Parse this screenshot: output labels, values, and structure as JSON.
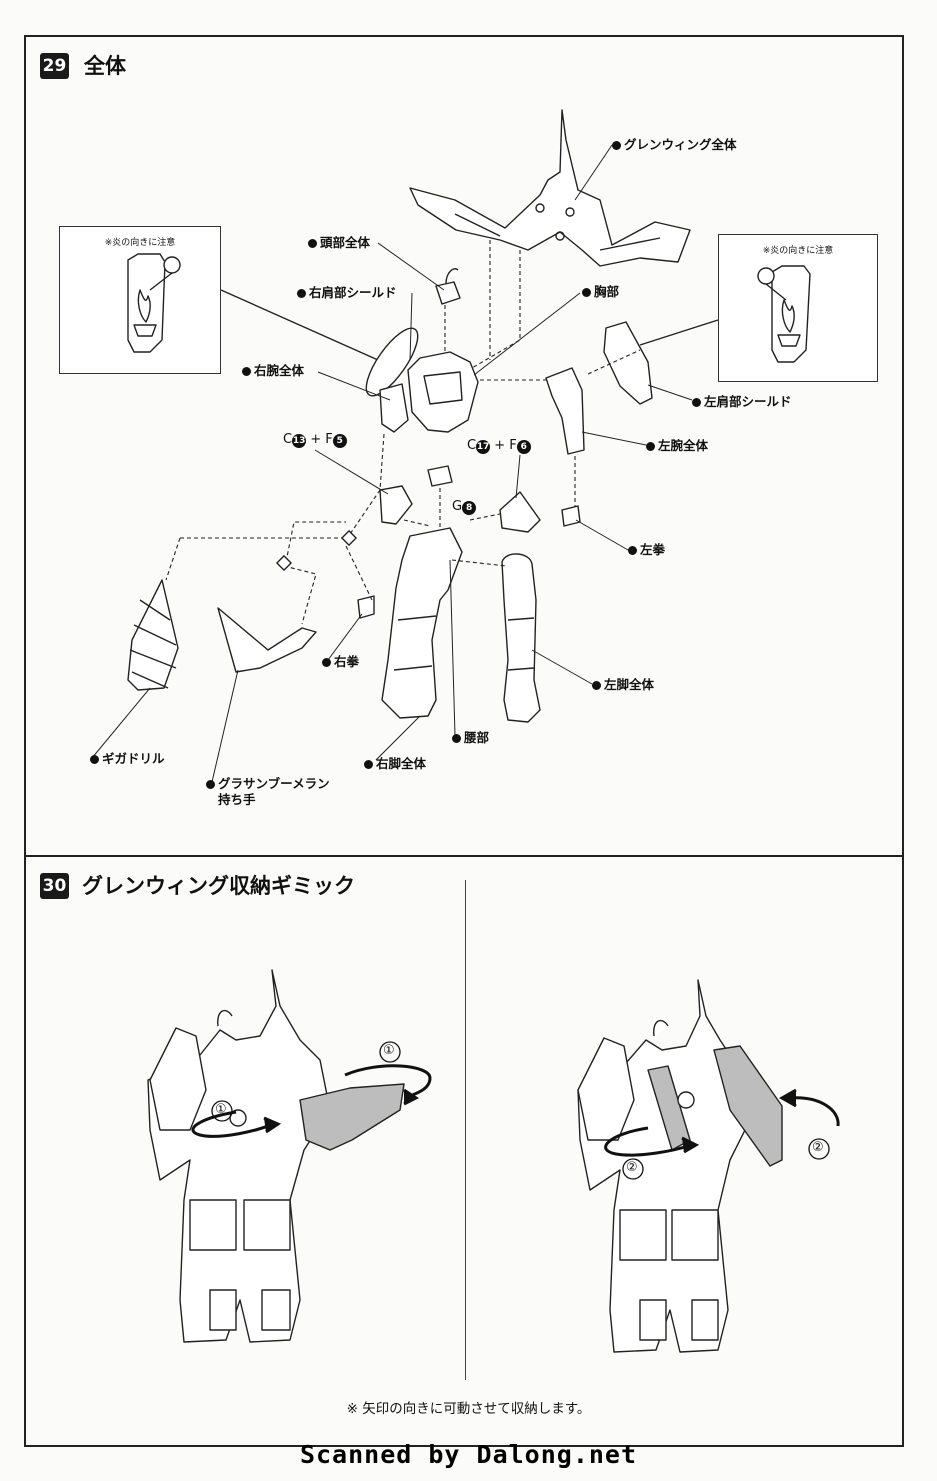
{
  "step29": {
    "number": "29",
    "title": "全体",
    "labels": {
      "wing": "グレンウィング全体",
      "head": "頭部全体",
      "right_shoulder": "右肩部シールド",
      "chest": "胸部",
      "right_arm": "右腕全体",
      "left_shoulder": "左肩部シールド",
      "left_arm": "左腕全体",
      "left_fist": "左拳",
      "right_fist": "右拳",
      "left_leg": "左脚全体",
      "waist": "腰部",
      "right_leg": "右脚全体",
      "giga_drill": "ギガドリル",
      "boomerang_1": "グラサンブーメラン",
      "boomerang_2": "持ち手"
    },
    "codes": {
      "c13_letter": "C",
      "c13_num": "13",
      "c13_plus": "+ F",
      "f5_num": "5",
      "c17_letter": "C",
      "c17_num": "17",
      "c17_plus": "+ F",
      "f6_num": "6",
      "g8_letter": "G",
      "g8_num": "8"
    },
    "inset_note": "※炎の向きに注意"
  },
  "step30": {
    "number": "30",
    "title": "グレンウィング収納ギミック",
    "mark1": "①",
    "mark2": "②"
  },
  "footnote": "※ 矢印の向きに可動させて収納します。",
  "scanned": "Scanned by Dalong.net"
}
